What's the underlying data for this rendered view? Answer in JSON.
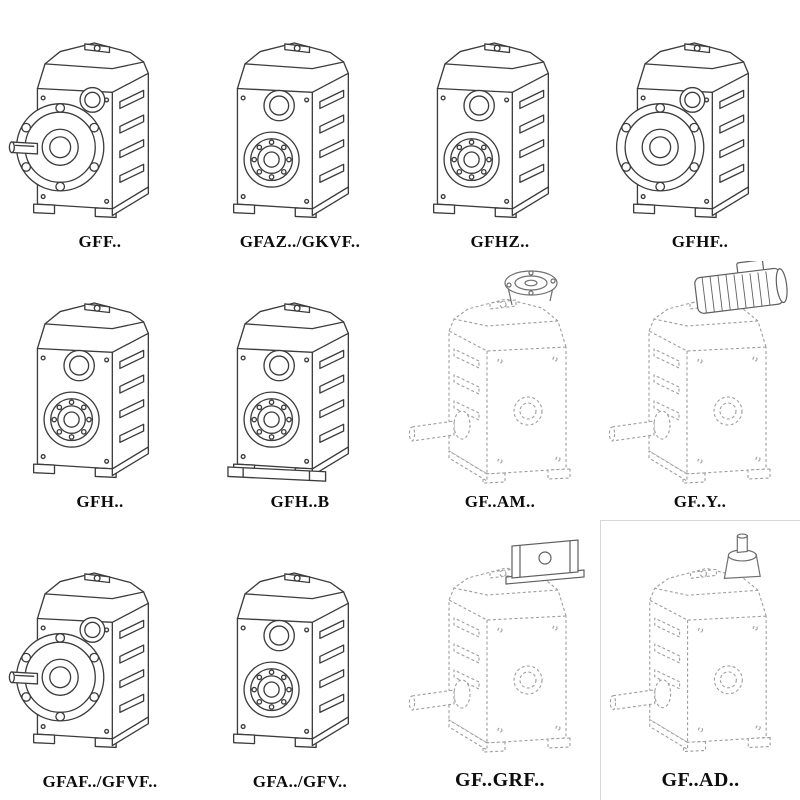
{
  "page": {
    "background": "#ffffff"
  },
  "colors": {
    "solid_line": "#3c3c3c",
    "phantom_line": "#9e9e9e",
    "attachment_line": "#5f5f5f",
    "label_text": "#0d0d0d"
  },
  "grid": {
    "items": [
      {
        "label": "GFF..",
        "variant": "flange-with-shaft-drawing",
        "symbol": "#v-flange-shaft"
      },
      {
        "label": "GFAZ../GKVF..",
        "variant": "hollow-shaft-drawing",
        "symbol": "#v-hollow"
      },
      {
        "label": "GFHZ..",
        "variant": "hollow-shaft-drawing",
        "symbol": "#v-hollow"
      },
      {
        "label": "GFHF..",
        "variant": "flange-mounted-drawing",
        "symbol": "#v-flange"
      },
      {
        "label": "GFH..",
        "variant": "hollow-shaft-drawing",
        "symbol": "#v-hollow"
      },
      {
        "label": "GFH..B",
        "variant": "hollow-shaft-baseplate-drawing",
        "symbol": "#v-hollow-base"
      },
      {
        "label": "GF..AM..",
        "variant": "phantom-with-input-flange-drawing",
        "symbol": "#v-ph-am"
      },
      {
        "label": "GF..Y..",
        "variant": "phantom-with-motor-drawing",
        "symbol": "#v-ph-motor"
      },
      {
        "label": "GFAF../GFVF..",
        "variant": "flange-with-shaft-drawing",
        "symbol": "#v-flange-shaft"
      },
      {
        "label": "GFA../GFV..",
        "variant": "hollow-shaft-drawing",
        "symbol": "#v-hollow"
      },
      {
        "label": "GF..GRF..",
        "variant": "phantom-with-adapter-block-drawing",
        "symbol": "#v-ph-grf"
      },
      {
        "label": "GF..AD..",
        "variant": "phantom-with-input-shaft-drawing",
        "symbol": "#v-ph-ad"
      }
    ]
  }
}
